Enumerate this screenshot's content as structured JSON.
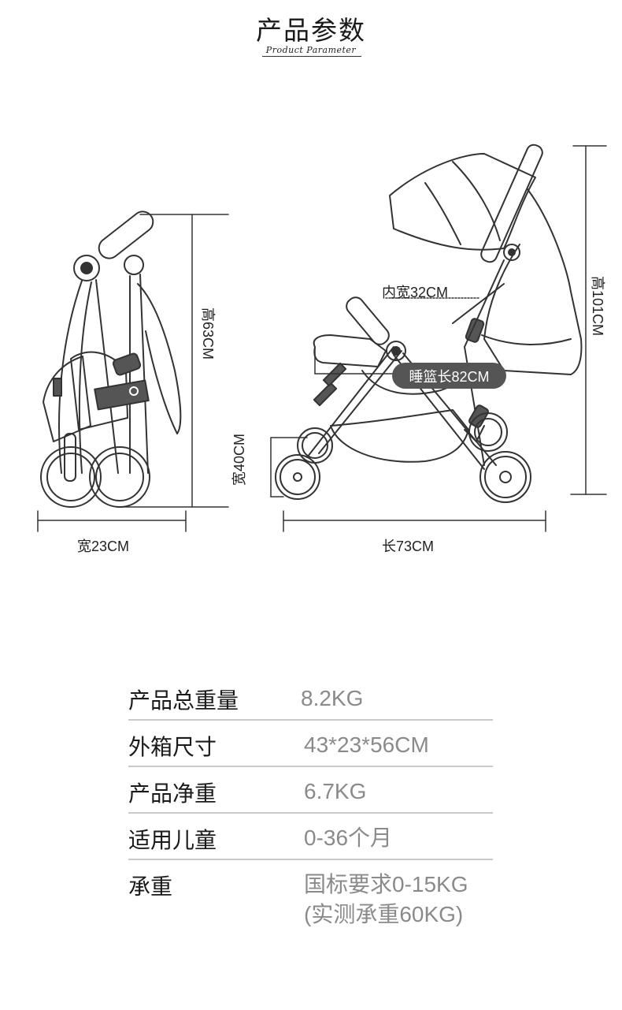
{
  "header": {
    "title": "产品参数",
    "subtitle": "Product Parameter"
  },
  "dimensions": {
    "folded_height": "高63CM",
    "folded_width": "宽23CM",
    "inner_width": "内宽32CM",
    "sleeping_basket_length": "睡篮长82CM",
    "total_height": "高101CM",
    "seat_width": "宽40CM",
    "total_length": "长73CM"
  },
  "specs": [
    {
      "label": "产品总重量",
      "value": "8.2KG"
    },
    {
      "label": "外箱尺寸",
      "value": "43*23*56CM"
    },
    {
      "label": "产品净重",
      "value": "6.7KG"
    },
    {
      "label": "适用儿童",
      "value": "0-36个月"
    },
    {
      "label": "承重",
      "value": "国标要求0-15KG",
      "value2": "(实测承重60KG)"
    }
  ]
}
